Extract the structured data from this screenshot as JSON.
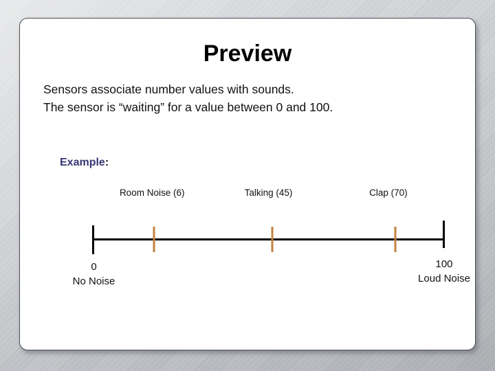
{
  "slide": {
    "title": "Preview",
    "body_lines": [
      "Sensors associate number values with sounds.",
      "The sensor is “waiting” for a value between 0 and 100."
    ],
    "example_label": "Example",
    "example_colon": ":"
  },
  "colors": {
    "title_text": "#000000",
    "body_text": "#111111",
    "example_accent": "#363673",
    "axis": "#000000",
    "value_tick": "#c28140",
    "card_background": "#ffffff",
    "card_border": "#4a4f56",
    "page_background": "#c7cace"
  },
  "chart_data": {
    "type": "number-line",
    "title": "Example",
    "xlabel": "",
    "ylabel": "",
    "xlim": [
      0,
      100
    ],
    "grid": false,
    "legend": "none",
    "axis_min_value": "0",
    "axis_max_value": "100",
    "axis_min_caption": "No Noise",
    "axis_max_caption": "Loud Noise",
    "categories": [
      "Room Noise",
      "Talking",
      "Clap"
    ],
    "values": [
      6,
      45,
      70
    ],
    "points": [
      {
        "label": "Room Noise (6)",
        "name": "Room Noise",
        "value": 6,
        "position_pct": 17.5
      },
      {
        "label": "Talking (45)",
        "name": "Talking",
        "value": 45,
        "position_pct": 51.0
      },
      {
        "label": "Clap (70)",
        "name": "Clap",
        "value": 70,
        "position_pct": 86.0
      }
    ],
    "label_offsets_pct": [
      17.0,
      50.0,
      84.0
    ]
  }
}
